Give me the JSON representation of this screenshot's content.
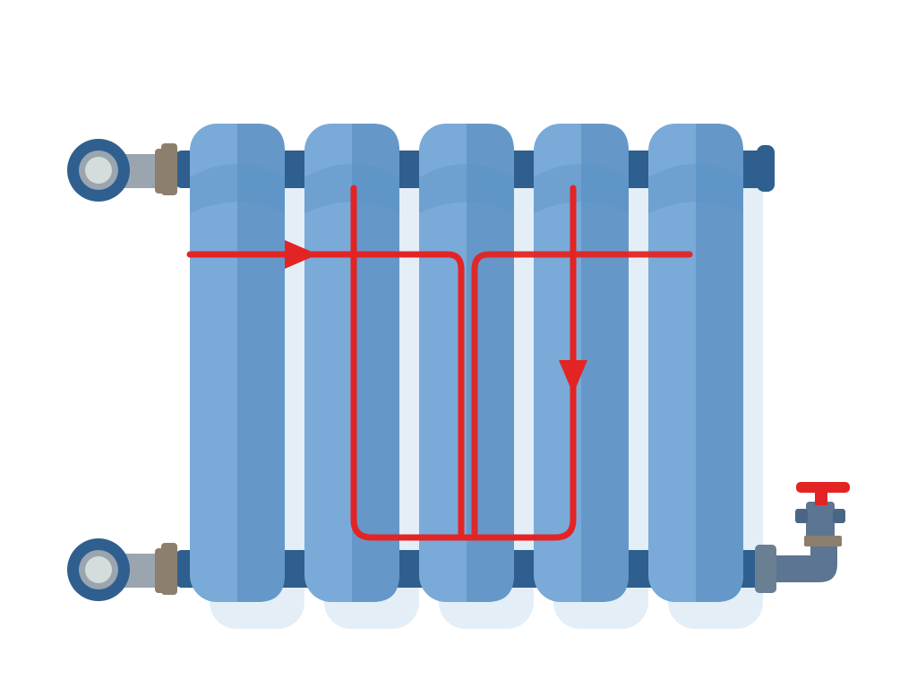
{
  "diagram": {
    "subject": "radiator",
    "section_count": 5,
    "flow_direction_arrows": [
      "right",
      "down"
    ],
    "icons": [
      "pipe-inlet-fitting-icon",
      "pipe-outlet-fitting-icon",
      "valve-icon",
      "flow-arrow-icon"
    ]
  },
  "colors": {
    "section_light": "#7aaad8",
    "section_dark": "#6598c9",
    "section_shadow": "#e4eef6",
    "pipe": "#2f5f8f",
    "flow": "#e32424",
    "fitting_brass": "#8c7f6e",
    "fitting_steel": "#9aa5af",
    "valve_body": "#5b7592",
    "valve_handle": "#e32424"
  }
}
